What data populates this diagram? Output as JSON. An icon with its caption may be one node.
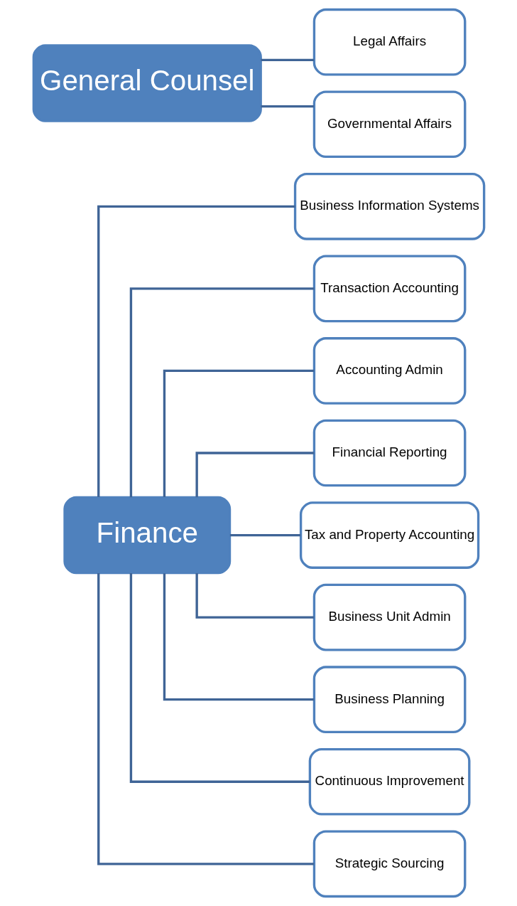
{
  "diagram": {
    "nodes": [
      {
        "text": [
          "Finance"
        ]
      },
      {
        "text": [
          "Business Information Systems"
        ]
      },
      {
        "text": [
          "Transaction Accounting"
        ]
      },
      {
        "text": [
          "Accounting Admin"
        ]
      },
      {
        "text": [
          "Financial Reporting"
        ]
      },
      {
        "text": [
          "Tax and Property Accounting"
        ]
      },
      {
        "text": [
          "Business Unit Admin"
        ]
      },
      {
        "text": [
          "Business Planning"
        ]
      },
      {
        "text": [
          "Continuous Improvement"
        ]
      },
      {
        "text": [
          "Strategic Sourcing"
        ]
      },
      {
        "text": [
          "General Counsel"
        ]
      },
      {
        "text": [
          "Legal Affairs"
        ]
      },
      {
        "text": [
          "Governmental Affairs"
        ]
      }
    ],
    "edges": [
      {
        "from": 0,
        "to": 1,
        "arrow": "none"
      },
      {
        "from": 0,
        "to": 2,
        "arrow": "none"
      },
      {
        "from": 0,
        "to": 3,
        "arrow": "none"
      },
      {
        "from": 0,
        "to": 4,
        "arrow": "none"
      },
      {
        "from": 0,
        "to": 5,
        "arrow": "none"
      },
      {
        "from": 0,
        "to": 6,
        "arrow": "none"
      },
      {
        "from": 0,
        "to": 7,
        "arrow": "none"
      },
      {
        "from": 0,
        "to": 8,
        "arrow": "none"
      },
      {
        "from": 0,
        "to": 9,
        "arrow": "none"
      },
      {
        "from": 10,
        "to": 11,
        "arrow": "none"
      },
      {
        "from": 10,
        "to": 12,
        "arrow": "none"
      }
    ]
  }
}
